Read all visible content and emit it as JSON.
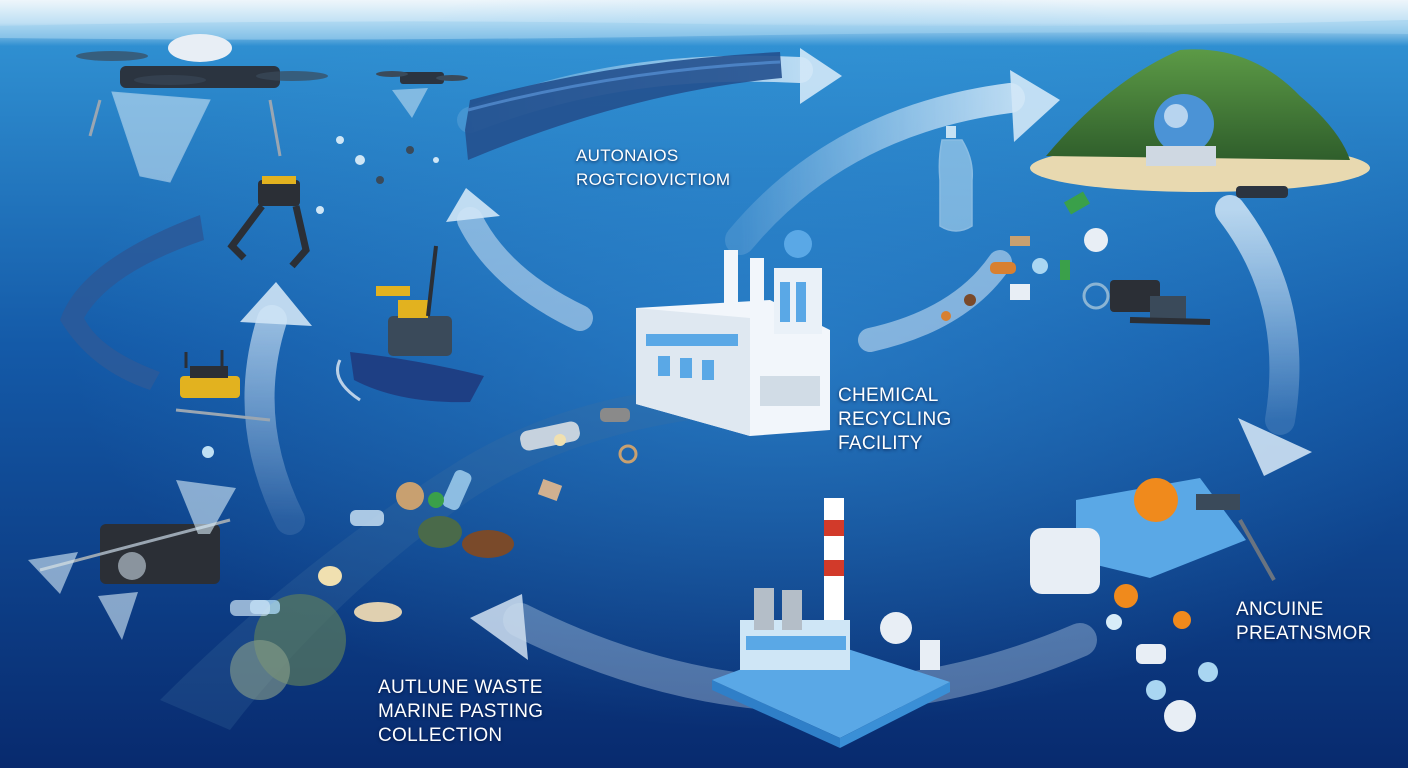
{
  "labels": {
    "autonomous": {
      "line1": "AUTONAIOS",
      "line2": "ROGTCIOVICTIOM"
    },
    "chemical": {
      "line1": "CHEMICAL",
      "line2": "RECYCLING",
      "line3": "FACILITY"
    },
    "ancuine": {
      "line1": "ANCUINE",
      "line2": "PREATNSMOR"
    },
    "collection": {
      "line1": "AUTLUNE WASTE",
      "line2": "MARINE PASTING",
      "line3": "COLLECTION"
    }
  },
  "colors": {
    "sky": "#eef6fb",
    "ocean_top": "#2f8fd1",
    "ocean_mid": "#145aa8",
    "ocean_deep": "#082a6e",
    "arrow": "#d9ecfb",
    "island": "#3f7d3a",
    "sand": "#e8d9b0",
    "factory": "#f2f6fb",
    "factory_accent": "#5aa8e6",
    "orange": "#f08a1c"
  },
  "icons": [
    "drone-net-icon",
    "small-drone-icon",
    "robotic-claw-icon",
    "boom-barrier-icon",
    "autonomous-boat-icon",
    "floating-robot-icon",
    "net-collector-robot-icon",
    "plastic-bottle-icon",
    "island-facility-icon",
    "underwater-machine-icon",
    "recycling-factory-icon",
    "processing-plant-icon",
    "product-bundle-icon",
    "waste-pile-icon",
    "cycle-arrow-icon"
  ]
}
